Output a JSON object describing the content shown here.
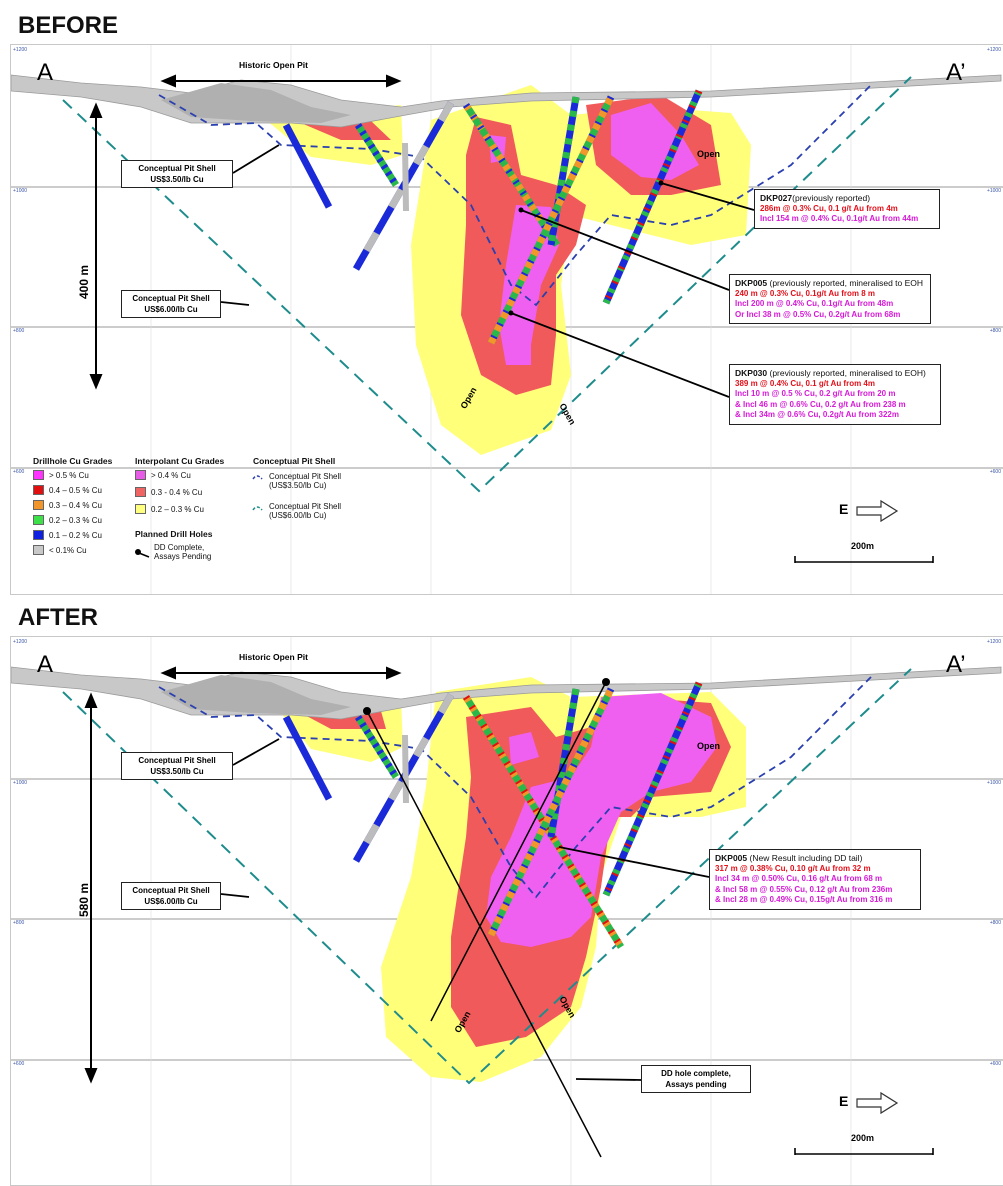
{
  "sections": {
    "before_title": "BEFORE",
    "after_title": "AFTER"
  },
  "common": {
    "label_a": "A",
    "label_a_prime": "A’",
    "historic_pit": "Historic Open Pit",
    "shell_350_line1": "Conceptual Pit Shell",
    "shell_350_line2": "US$3.50/lb Cu",
    "shell_600_line1": "Conceptual Pit Shell",
    "shell_600_line2": "US$6.00/lb Cu",
    "open": "Open",
    "east": "E",
    "scale": "200m",
    "ticks": [
      "+1200",
      "+1000",
      "+800",
      "+600"
    ]
  },
  "before": {
    "depth": "400 m",
    "dkp027": {
      "id": "DKP027",
      "note": "(previously reported)",
      "line1": "286m @ 0.3% Cu, 0.1 g/t Au from 4m",
      "line2": "Incl 154 m @ 0.4% Cu, 0.1g/t Au from 44m"
    },
    "dkp005": {
      "id": "DKP005",
      "note": " (previously reported, mineralised to EOH",
      "line1": "240 m @ 0.3% Cu, 0.1g/t Au from 8 m",
      "line2": "Incl 200 m @ 0.4% Cu, 0.1g/t Au from 48m",
      "line3": "Or Incl 38 m @ 0.5% Cu, 0.2g/t Au from 68m"
    },
    "dkp030": {
      "id": "DKP030",
      "note": " (previously reported, mineralised to EOH)",
      "line1": "389 m @ 0.4% Cu, 0.1 g/t Au from 4m",
      "line2": "Incl 10 m @ 0.5 % Cu, 0.2 g/t Au from 20 m",
      "line3": "& Incl 46 m @ 0.6% Cu, 0.2 g/t Au from 238 m",
      "line4": "& Incl 34m @ 0.6% Cu, 0.2g/t Au from 322m"
    }
  },
  "after": {
    "depth": "580 m",
    "dkp005": {
      "id": "DKP005",
      "note": " (New Result including DD tail)",
      "line1": "317 m @ 0.38% Cu, 0.10 g/t Au from 32 m",
      "line2": "Incl 34 m @ 0.50% Cu, 0.16 g/t Au from 68 m",
      "line3": "& Incl 58 m @ 0.55% Cu, 0.12 g/t Au from 236m",
      "line4": "& Incl 28 m @ 0.49% Cu, 0.15g/t Au from 316 m"
    },
    "dd_complete_line1": "DD hole complete,",
    "dd_complete_line2": "Assays pending"
  },
  "legend": {
    "drillhole_title": "Drillhole Cu Grades",
    "drillhole_items": [
      {
        "label": "> 0.5 % Cu",
        "color": "#ff33ff"
      },
      {
        "label": "0.4 – 0.5 % Cu",
        "color": "#e01010"
      },
      {
        "label": "0.3 – 0.4 % Cu",
        "color": "#f0962a"
      },
      {
        "label": "0.2 – 0.3 % Cu",
        "color": "#3ee04a"
      },
      {
        "label": "0.1 – 0.2 % Cu",
        "color": "#1020e0"
      },
      {
        "label": "< 0.1% Cu",
        "color": "#c8c8c8"
      }
    ],
    "interpolant_title": "Interpolant Cu Grades",
    "interpolant_items": [
      {
        "label": "> 0.4 % Cu",
        "color": "#e65ce6"
      },
      {
        "label": "0.3  - 0.4 % Cu",
        "color": "#f06464"
      },
      {
        "label": "0.2 – 0.3 % Cu",
        "color": "#ffff80"
      }
    ],
    "shell_title": "Conceptual Pit Shell",
    "shell_items": [
      {
        "label1": "Conceptual Pit Shell",
        "label2": "(US$3.50/lb  Cu)",
        "color": "#2a3fb0"
      },
      {
        "label1": "Conceptual Pit Shell",
        "label2": "(US$6.00/lb Cu)",
        "color": "#1e8c8c"
      }
    ],
    "planned_title": "Planned Drill Holes",
    "planned_line1": "DD Complete,",
    "planned_line2": "Assays Pending"
  }
}
